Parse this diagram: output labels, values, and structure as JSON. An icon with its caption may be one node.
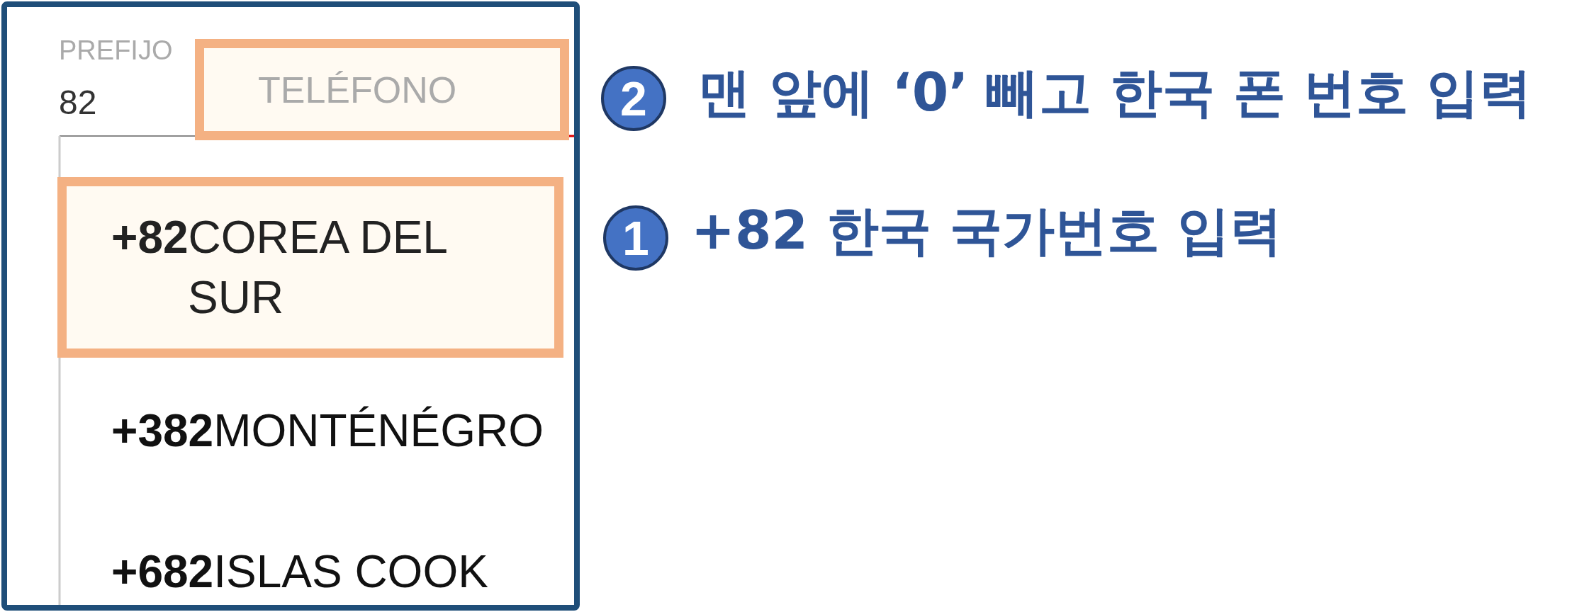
{
  "diagram": {
    "nodes": [
      {
        "text": [
          "TELÉFONO"
        ]
      },
      {
        "text": [
          "2"
        ],
        "beside": [
          "맨 앞에 ‘0’ 빼고 한국 폰 번호 입력"
        ]
      },
      {
        "text": [
          "**+82**COREA DEL SUR"
        ]
      },
      {
        "text": [
          "1"
        ],
        "beside": [
          "+82 한국 국가번호 입력"
        ]
      }
    ],
    "labels": [
      "PREFIJO",
      "82",
      "**+382**MONTÉNÉGRO",
      "**+682**ISLAS COOK"
    ]
  }
}
